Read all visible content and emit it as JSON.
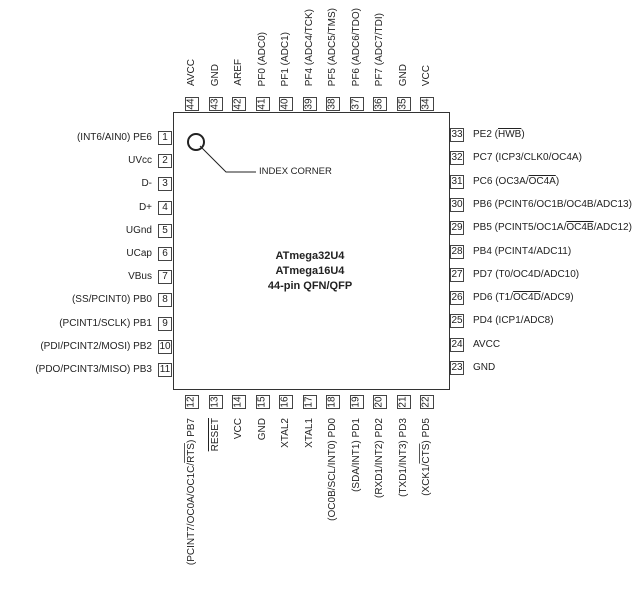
{
  "chip": {
    "name1": "ATmega32U4",
    "name2": "ATmega16U4",
    "package": "44-pin QFN/QFP",
    "index_label": "INDEX CORNER"
  },
  "left": [
    {
      "num": "1",
      "pre": "(INT6/AIN0) PE6"
    },
    {
      "num": "2",
      "pre": "UVcc"
    },
    {
      "num": "3",
      "pre": "D-"
    },
    {
      "num": "4",
      "pre": "D+"
    },
    {
      "num": "5",
      "pre": "UGnd"
    },
    {
      "num": "6",
      "pre": "UCap"
    },
    {
      "num": "7",
      "pre": "VBus"
    },
    {
      "num": "8",
      "pre": "(SS/PCINT0) PB0"
    },
    {
      "num": "9",
      "pre": "(PCINT1/SCLK) PB1"
    },
    {
      "num": "10",
      "pre": "(PDI/PCINT2/MOSI) PB2"
    },
    {
      "num": "11",
      "pre": "(PDO/PCINT3/MISO) PB3"
    }
  ],
  "bottom": [
    {
      "num": "12",
      "pre": "(PCINT7/OC0A/OC1C/",
      "over": "RTS",
      "post": ") PB7"
    },
    {
      "num": "13",
      "pre": "",
      "over": "RESET",
      "post": ""
    },
    {
      "num": "14",
      "pre": "VCC"
    },
    {
      "num": "15",
      "pre": "GND"
    },
    {
      "num": "16",
      "pre": "XTAL2"
    },
    {
      "num": "17",
      "pre": "XTAL1"
    },
    {
      "num": "18",
      "pre": "(OC0B/SCL/INT0) PD0"
    },
    {
      "num": "19",
      "pre": "(SDA/INT1) PD1"
    },
    {
      "num": "20",
      "pre": "(RXD1/INT2) PD2"
    },
    {
      "num": "21",
      "pre": "(TXD1/INT3) PD3"
    },
    {
      "num": "22",
      "pre": "(XCK1/",
      "over": "CTS",
      "post": ") PD5"
    }
  ],
  "right": [
    {
      "num": "33",
      "pre": "PE2 (",
      "over": "HWB",
      "post": ")"
    },
    {
      "num": "32",
      "pre": "PC7 (ICP3/CLK0/OC4A)"
    },
    {
      "num": "31",
      "pre": "PC6 (OC3A/",
      "over": "OC4A",
      "post": ")"
    },
    {
      "num": "30",
      "pre": "PB6 (PCINT6/OC1B/OC4B/ADC13)"
    },
    {
      "num": "29",
      "pre": "PB5 (PCINT5/OC1A/",
      "over": "OC4B",
      "post": "/ADC12)"
    },
    {
      "num": "28",
      "pre": "PB4 (PCINT4/ADC11)"
    },
    {
      "num": "27",
      "pre": "PD7 (T0/OC4D/ADC10)"
    },
    {
      "num": "26",
      "pre": "PD6 (T1/",
      "over": "OC4D",
      "post": "/ADC9)"
    },
    {
      "num": "25",
      "pre": "PD4 (ICP1/ADC8)"
    },
    {
      "num": "24",
      "pre": "AVCC"
    },
    {
      "num": "23",
      "pre": "GND"
    }
  ],
  "top": [
    {
      "num": "44",
      "pre": "AVCC"
    },
    {
      "num": "43",
      "pre": "GND"
    },
    {
      "num": "42",
      "pre": "AREF"
    },
    {
      "num": "41",
      "pre": "PF0 (ADC0)"
    },
    {
      "num": "40",
      "pre": "PF1 (ADC1)"
    },
    {
      "num": "39",
      "pre": "PF4 (ADC4/TCK)"
    },
    {
      "num": "38",
      "pre": "PF5 (ADC5/TMS)"
    },
    {
      "num": "37",
      "pre": "PF6 (ADC6/TDO)"
    },
    {
      "num": "36",
      "pre": "PF7 (ADC7/TDI)"
    },
    {
      "num": "35",
      "pre": "GND"
    },
    {
      "num": "34",
      "pre": "VCC"
    }
  ]
}
